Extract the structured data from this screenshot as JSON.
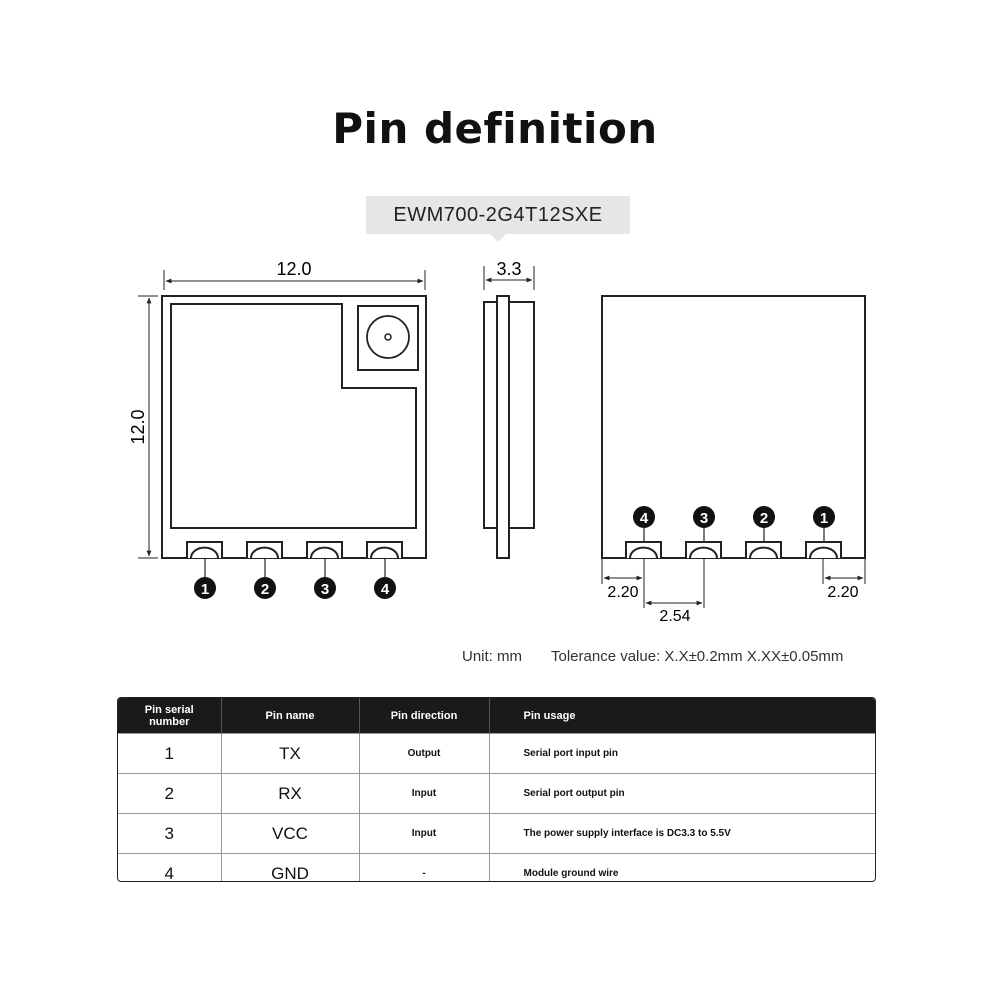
{
  "title": "Pin definition",
  "model": "EWM700-2G4T12SXE",
  "dimensions": {
    "top_width": "12.0",
    "top_height": "12.0",
    "side_thickness": "3.3",
    "edge_left": "2.20",
    "edge_right": "2.20",
    "pitch": "2.54"
  },
  "pin_labels_front": [
    "1",
    "2",
    "3",
    "4"
  ],
  "pin_labels_back": [
    "4",
    "3",
    "2",
    "1"
  ],
  "notes": {
    "unit": "Unit: mm",
    "tolerance": "Tolerance value: X.X±0.2mm  X.XX±0.05mm"
  },
  "table": {
    "headers": [
      "Pin serial\nnumber",
      "Pin name",
      "Pin direction",
      "Pin usage"
    ],
    "rows": [
      {
        "num": "1",
        "name": "TX",
        "dir": "Output",
        "usage": "Serial port input pin"
      },
      {
        "num": "2",
        "name": "RX",
        "dir": "Input",
        "usage": "Serial port output pin"
      },
      {
        "num": "3",
        "name": "VCC",
        "dir": "Input",
        "usage": "The power supply interface is DC3.3 to 5.5V"
      },
      {
        "num": "4",
        "name": "GND",
        "dir": "-",
        "usage": "Module ground wire"
      }
    ]
  }
}
